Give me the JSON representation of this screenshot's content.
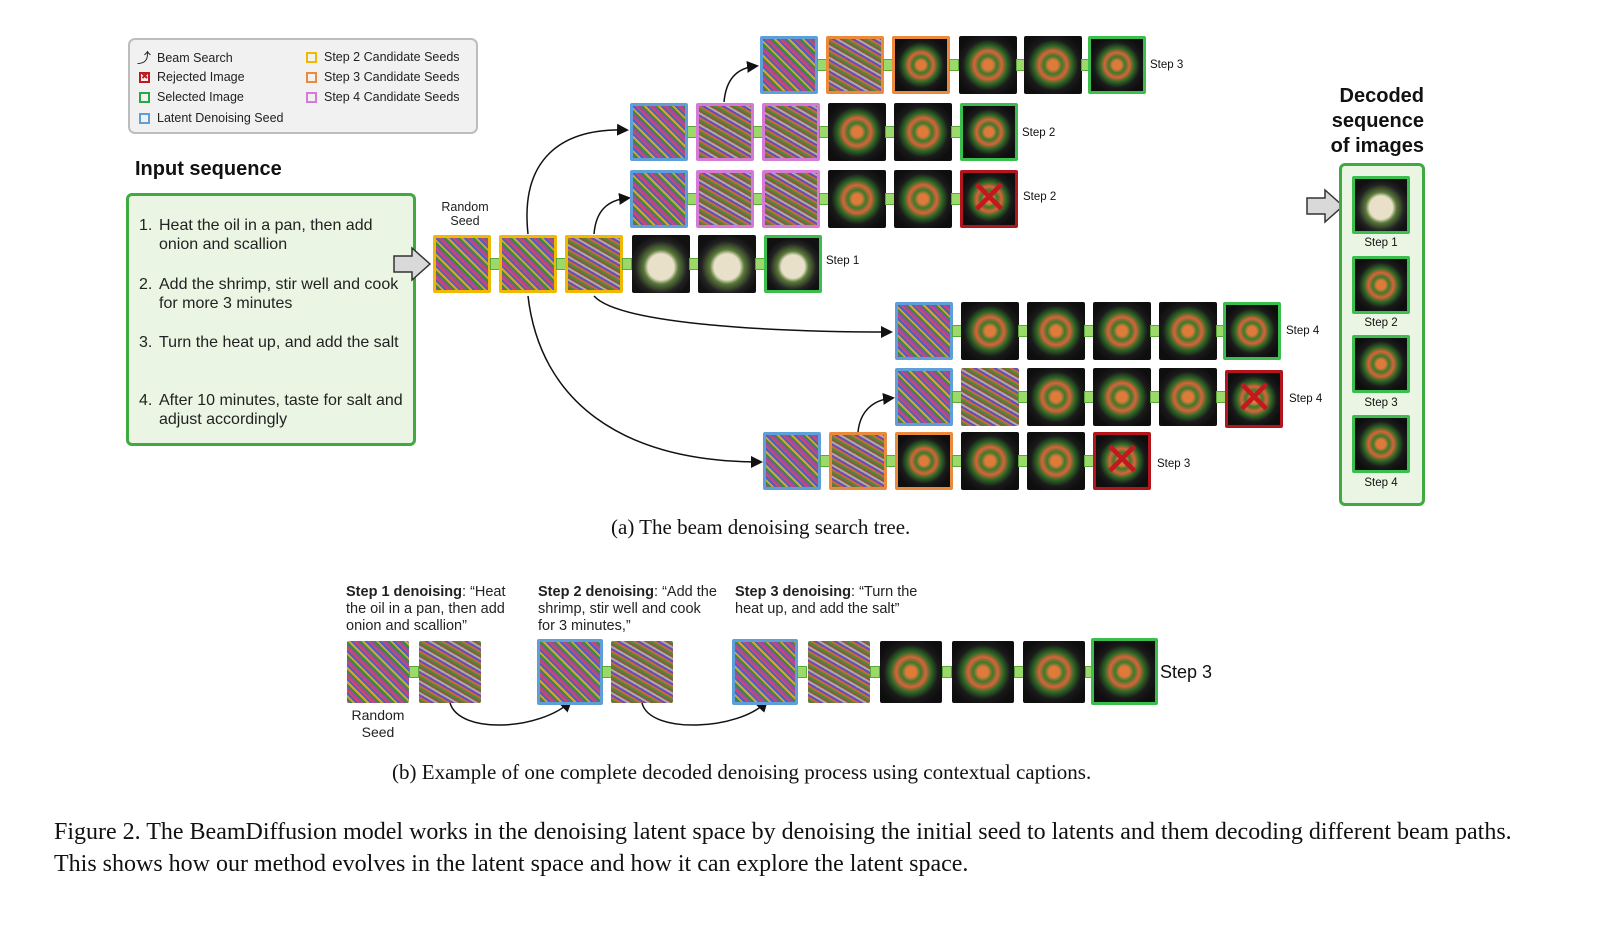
{
  "legend": {
    "beam_search": "Beam Search",
    "rejected_image": "Rejected Image",
    "selected_image": "Selected Image",
    "latent_seed": "Latent Denoising Seed",
    "step2_candidates": "Step 2 Candidate Seeds",
    "step3_candidates": "Step 3 Candidate Seeds",
    "step4_candidates": "Step 4 Candidate Seeds",
    "colors": {
      "rejected": "#b4141c",
      "selected": "#3cbe4e",
      "seed": "#5f9fd8",
      "step2": "#f0b800",
      "step3_a": "#ea8a3c",
      "step3_b": "#d67ad8"
    }
  },
  "input": {
    "title": "Input sequence",
    "items": [
      {
        "n": "1.",
        "text": "Heat the oil in a pan, then add onion and scallion"
      },
      {
        "n": "2.",
        "text": "Add the shrimp, stir well and cook for more 3 minutes"
      },
      {
        "n": "3.",
        "text": "Turn the heat up, and add the salt"
      },
      {
        "n": "4.",
        "text": "After 10 minutes, taste for salt and adjust accordingly"
      }
    ]
  },
  "tree": {
    "random_seed": "Random Seed",
    "step_labels": {
      "s3_top": "Step 3",
      "s2_a": "Step 2",
      "s2_b": "Step 2",
      "s1": "Step 1",
      "s4_a": "Step 4",
      "s4_b": "Step 4",
      "s3_bottom": "Step 3"
    }
  },
  "decoded": {
    "title_l1": "Decoded",
    "title_l2": "sequence",
    "title_l3": "of images",
    "labels": [
      "Step 1",
      "Step 2",
      "Step 3",
      "Step 4"
    ]
  },
  "caption_a": "(a) The beam denoising search tree.",
  "part_b": {
    "step1_bold": "Step 1 denoising",
    "step1_text": ": “Heat the oil in a pan, then add onion and scallion”",
    "step2_bold": "Step 2 denoising",
    "step2_text": ": “Add the shrimp, stir well and cook for 3 minutes,”",
    "step3_bold": "Step 3 denoising",
    "step3_text": ": “Turn the heat up, and add the salt”",
    "random_seed": "Random Seed",
    "step_label": "Step 3"
  },
  "caption_b": "(b) Example of one complete decoded denoising process using contextual captions.",
  "figure_caption": "Figure 2. The BeamDiffusion model works in the denoising latent space by denoising the initial seed to latents and them decoding different beam paths. This shows how our method evolves in the latent space and how it can explore the latent space."
}
